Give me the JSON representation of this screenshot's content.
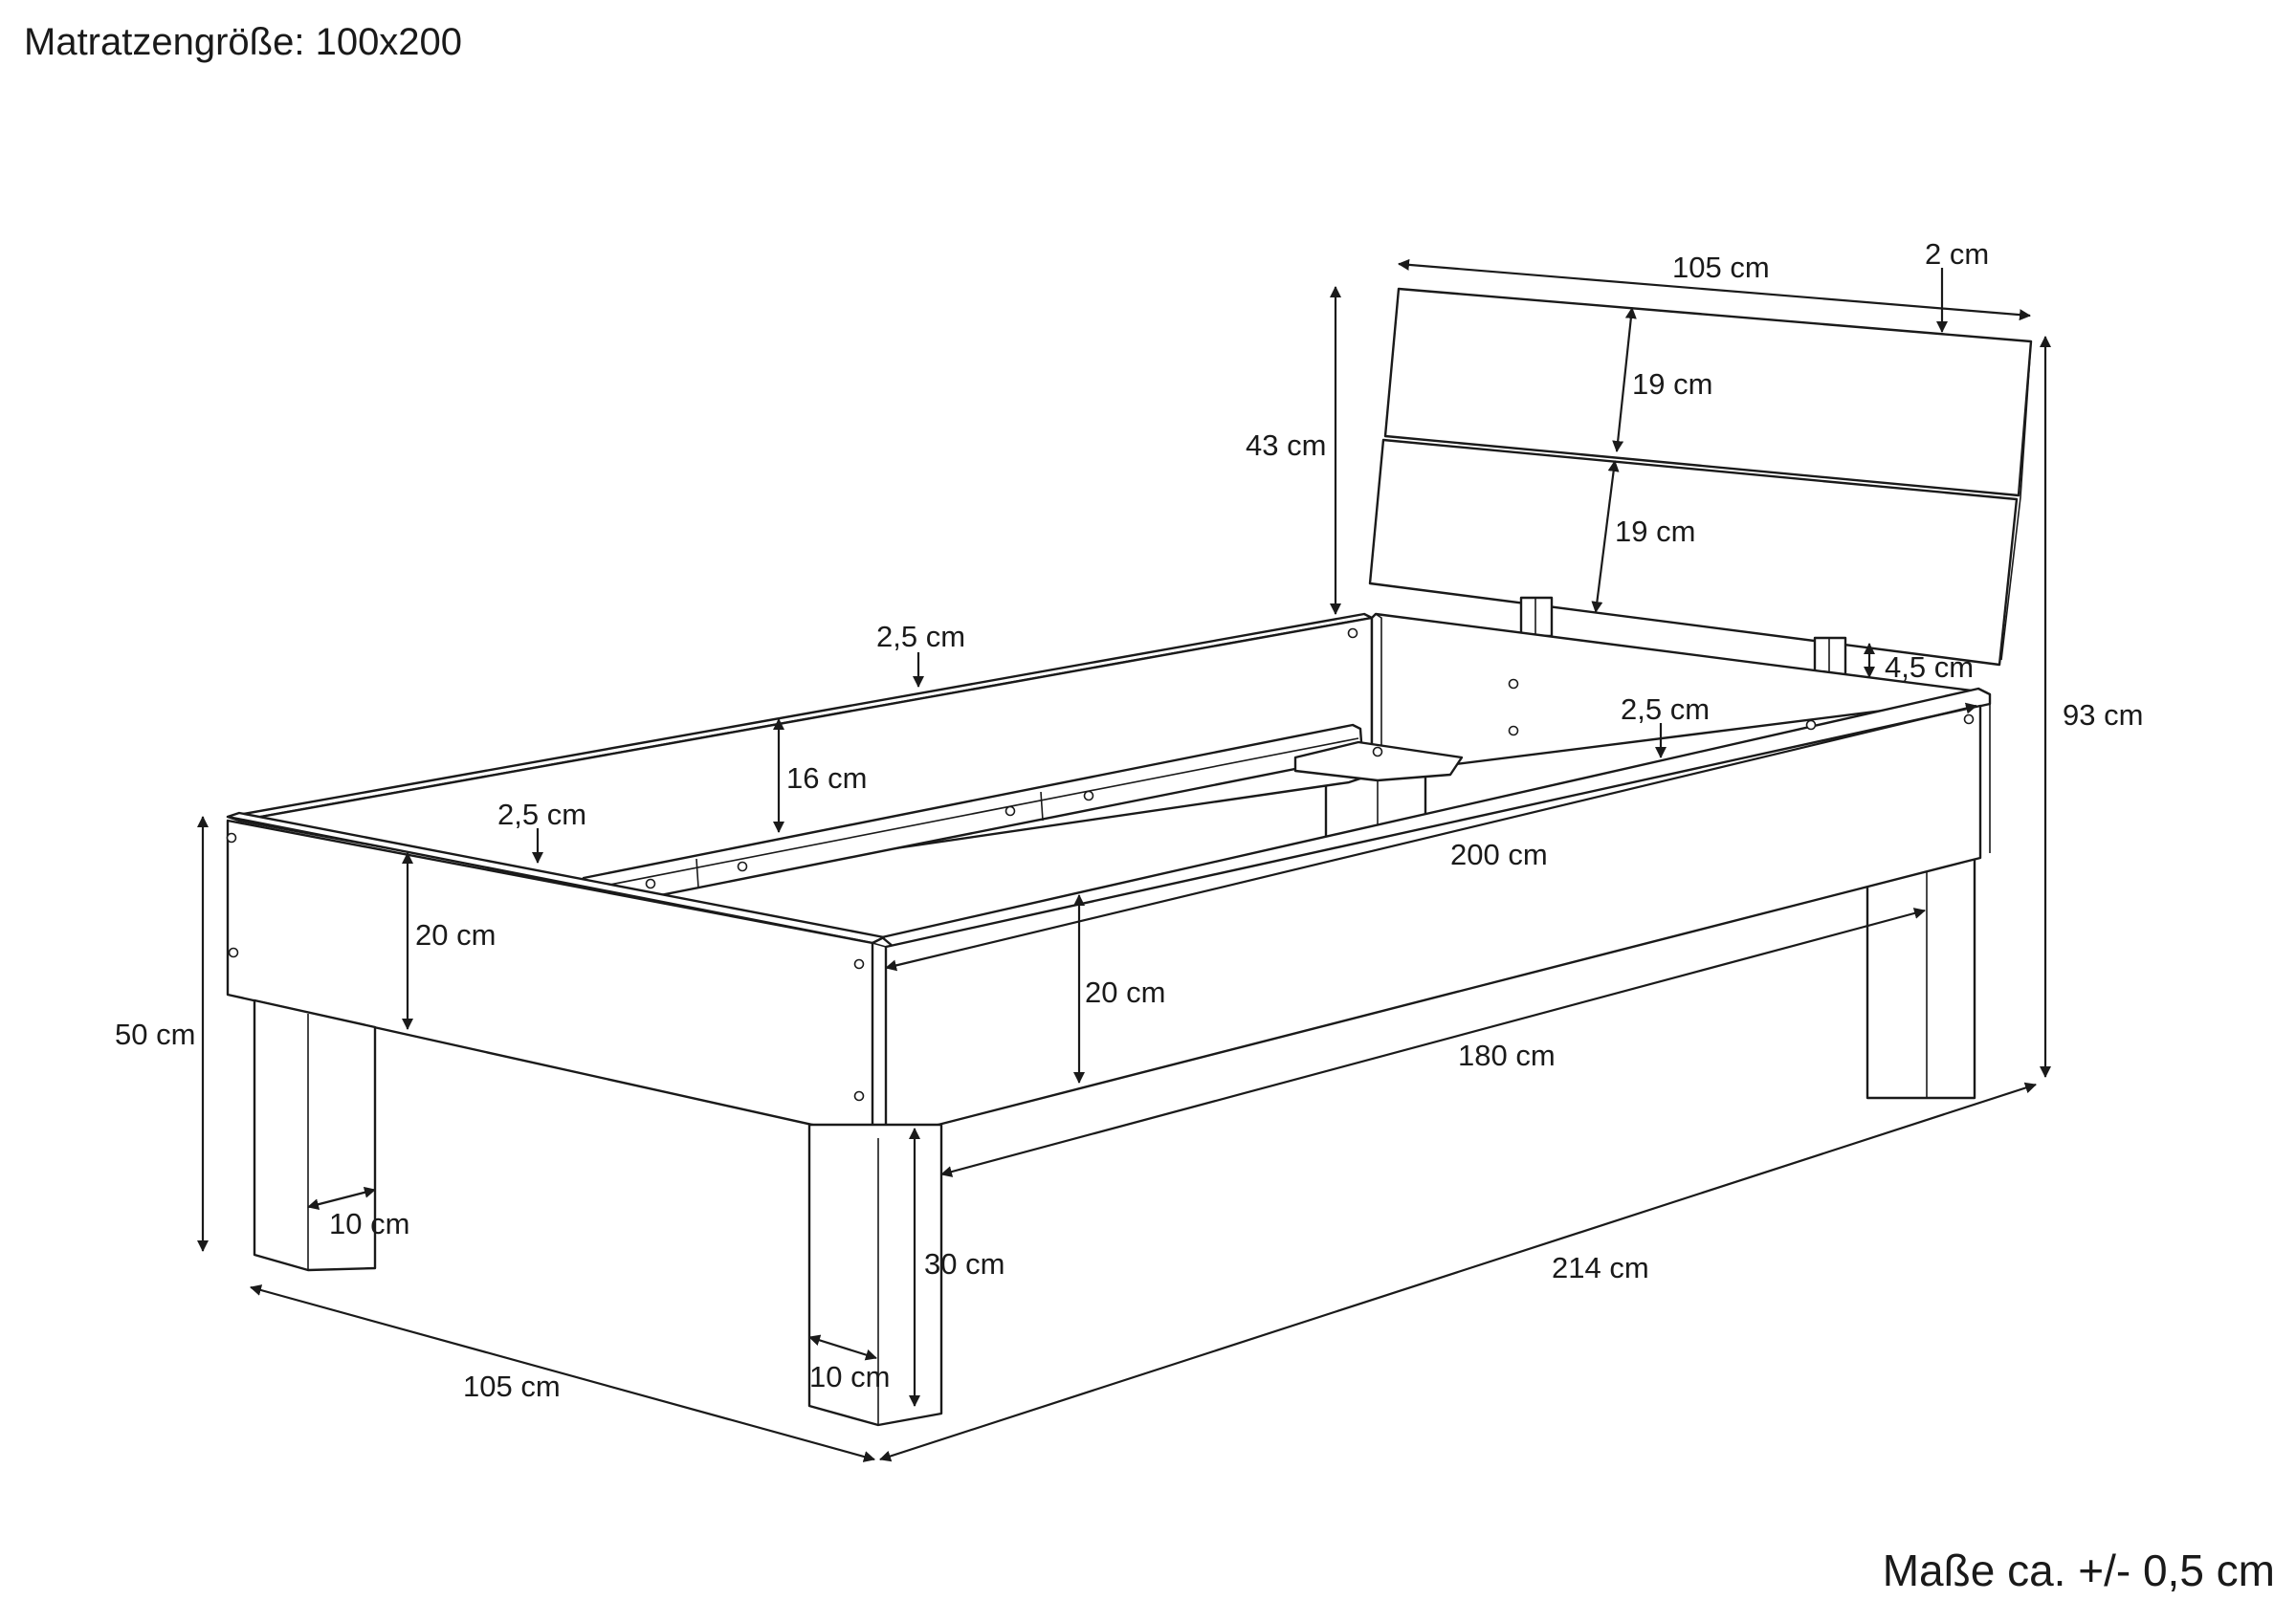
{
  "header": {
    "mattress_size": "Matratzengröße: 100x200"
  },
  "footer": {
    "tolerance_note": "Maße ca. +/- 0,5 cm"
  },
  "dimensions": {
    "headboard_width": "105 cm",
    "headboard_thickness": "2 cm",
    "headboard_top_board": "19 cm",
    "headboard_bottom_board": "19 cm",
    "headboard_height": "43 cm",
    "headboard_gap": "4,5 cm",
    "total_height": "93 cm",
    "back_rail_thickness": "2,5 cm",
    "inner_rail_height": "16 cm",
    "foot_rail_thickness": "2,5 cm",
    "right_rail_thickness": "2,5 cm",
    "foot_rail_height": "20 cm",
    "inner_length": "200 cm",
    "side_rail_height": "20 cm",
    "leg_distance": "180 cm",
    "bed_height": "50 cm",
    "leg_left_width": "10 cm",
    "leg_front_width": "10 cm",
    "leg_height": "30 cm",
    "total_width": "105 cm",
    "total_length": "214 cm"
  }
}
